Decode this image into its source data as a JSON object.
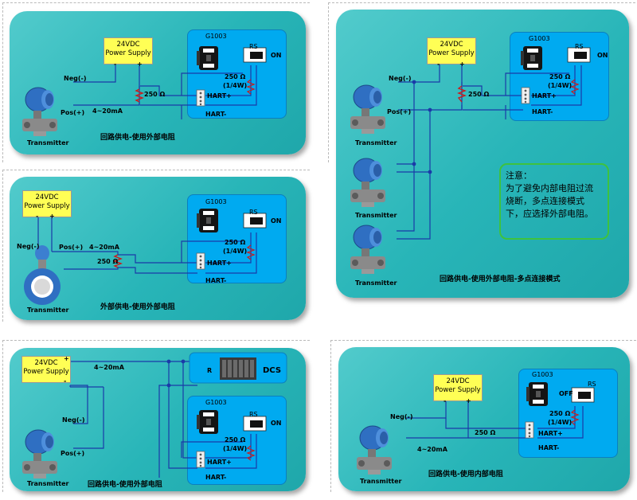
{
  "labels": {
    "power_supply_line1": "24VDC",
    "power_supply_line2": "Power Supply",
    "minus": "-",
    "plus": "+",
    "g1003": "G1003",
    "rs": "RS",
    "on": "ON",
    "off": "OFF",
    "resistor_value": "250 Ω",
    "rs_value_line1": "250 Ω",
    "rs_value_line2": "(1/4W)",
    "hart_plus": "HART+",
    "hart_minus": "HART-",
    "neg": "Neg(-)",
    "pos": "Pos(+)",
    "current": "4~20mA",
    "transmitter": "Transmitter",
    "r": "R",
    "dcs": "DCS"
  },
  "captions": {
    "panel1": "回路供电-使用外部电阻",
    "panel2": "外部供电-使用外部电阻",
    "panel3": "回路供电-使用外部电阻",
    "panel4": "回路供电-使用外部电阻-多点连接模式",
    "panel5": "回路供电-使用内部电阻"
  },
  "note": {
    "line1": "注意：",
    "line2": "为了避免内部电阻过流",
    "line3": "烧断，多点连接模式",
    "line4": "下，应选择外部电阻。"
  }
}
